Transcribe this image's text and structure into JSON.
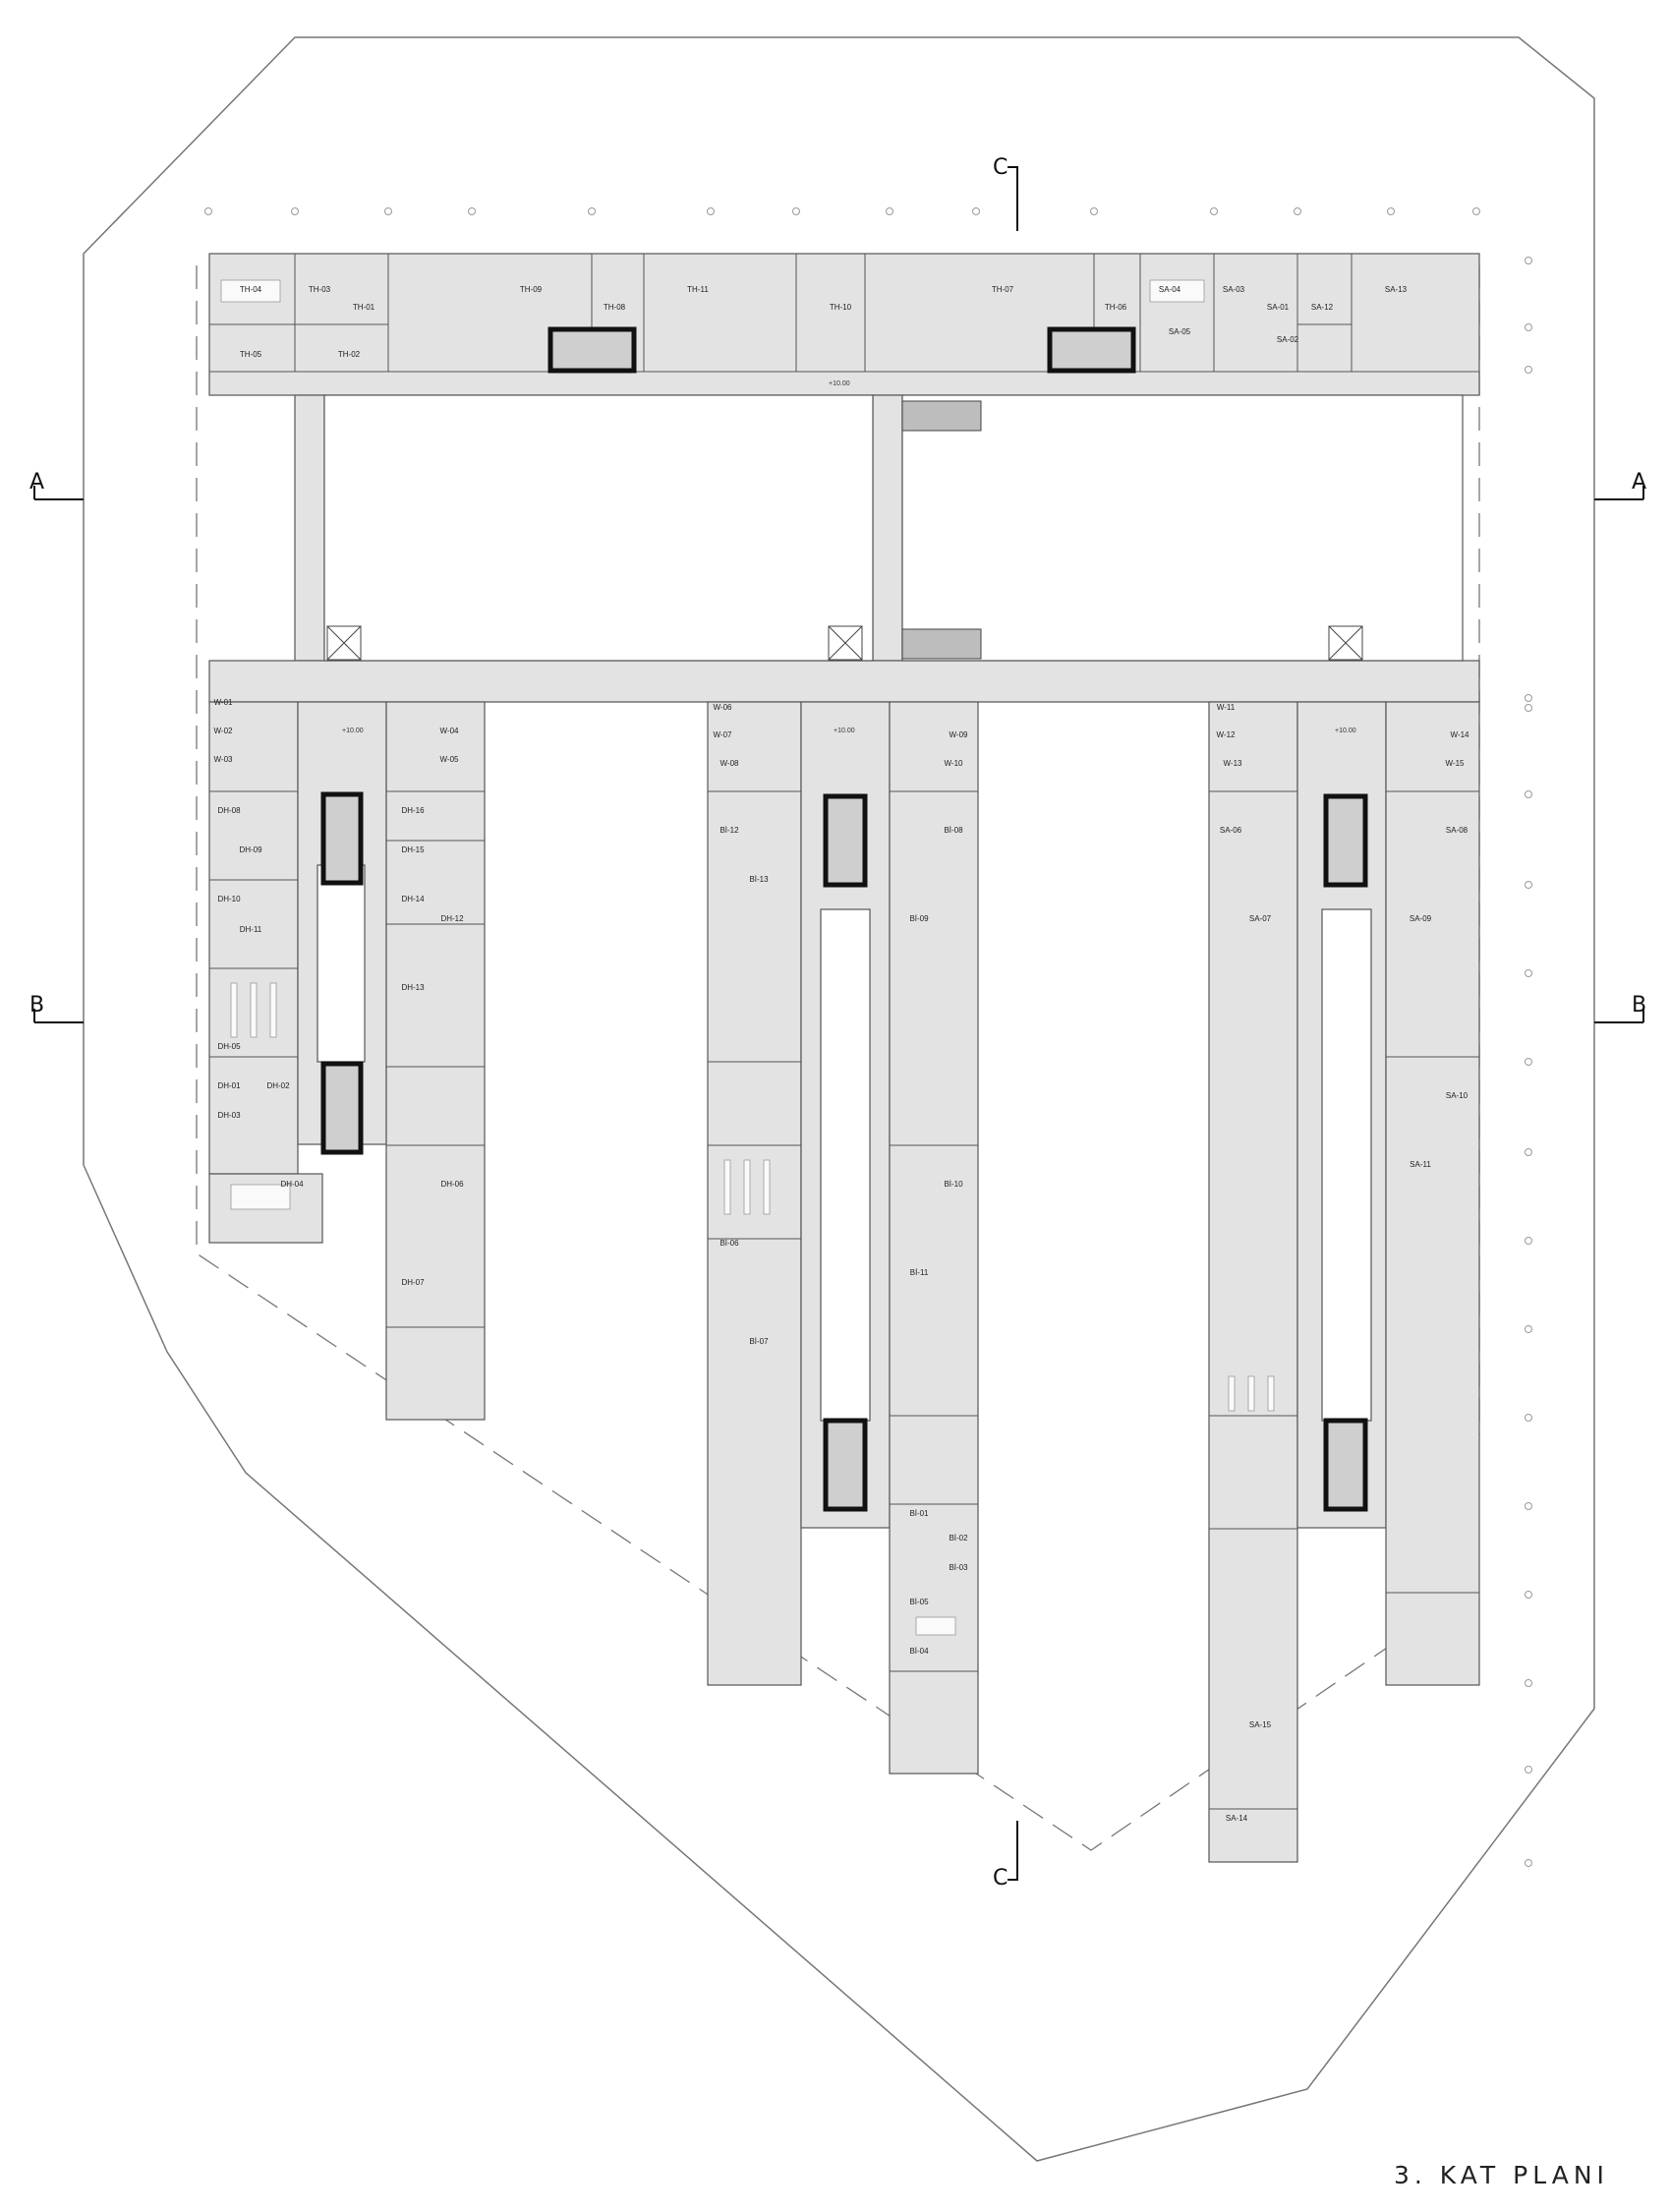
{
  "title": "3. KAT PLANI",
  "sections": {
    "a": "A",
    "b": "B",
    "c": "C"
  },
  "elevation_label": "+10.00",
  "colors": {
    "floor": "#e3e3e3",
    "wall": "#1a1a1a",
    "line": "#777777",
    "paper": "#ffffff"
  },
  "rooms": {
    "top": [
      "TH-04",
      "TH-03",
      "TH-01",
      "TH-05",
      "TH-02",
      "TH-09",
      "TH-08",
      "TH-11",
      "TH-10",
      "TH-07",
      "TH-06",
      "SA-04",
      "SA-05",
      "SA-03",
      "SA-01",
      "SA-12",
      "SA-02",
      "SA-13"
    ],
    "west": [
      "W-01",
      "W-02",
      "W-03",
      "W-04",
      "W-05",
      "DH-08",
      "DH-09",
      "DH-10",
      "DH-11",
      "DH-05",
      "DH-01",
      "DH-02",
      "DH-03",
      "DH-04",
      "DH-16",
      "DH-15",
      "DH-14",
      "DH-12",
      "DH-13",
      "DH-06",
      "DH-07"
    ],
    "middle": [
      "W-06",
      "W-07",
      "W-08",
      "W-09",
      "W-10",
      "Bİ-12",
      "Bİ-13",
      "Bİ-06",
      "Bİ-07",
      "Bİ-08",
      "Bİ-09",
      "Bİ-10",
      "Bİ-11",
      "Bİ-01",
      "Bİ-02",
      "Bİ-03",
      "Bİ-05",
      "Bİ-04"
    ],
    "east": [
      "W-11",
      "W-12",
      "W-13",
      "W-14",
      "W-15",
      "SA-06",
      "SA-07",
      "SA-08",
      "SA-09",
      "SA-10",
      "SA-11",
      "SA-14",
      "SA-15"
    ]
  }
}
